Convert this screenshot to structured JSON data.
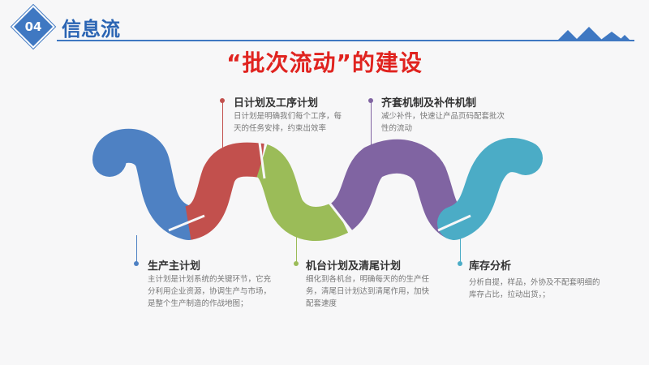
{
  "header": {
    "number": "04",
    "title": "信息流"
  },
  "title": "“批次流动”的建设",
  "colors": {
    "blue": "#4e81c3",
    "red": "#c2504d",
    "green": "#9bbc58",
    "purple": "#8064a2",
    "cyan": "#4bacc6",
    "accent": "#3f78c2",
    "title_red": "#e0231f"
  },
  "steps": [
    {
      "title": "生产主计划",
      "desc": "主计划是计划系统的关键环节，它充分利用企业资源，协调生产与市场，是整个生产制造的作战地图；"
    },
    {
      "title": "日计划及工序计划",
      "desc": "日计划是明确我们每个工序，每天的任务安排，约束出效率"
    },
    {
      "title": "机台计划及清尾计划",
      "desc": "细化到各机台，明确每天的的生产任务，清尾日计划达到清尾作用，加快配套速度"
    },
    {
      "title": "齐套机制及补件机制",
      "desc": "减少补件，快速让产品页码配套批次性的流动"
    },
    {
      "title": "库存分析",
      "desc": "分析自提，样品，外协及不配套明细的库存占比，拉动出货，；"
    }
  ]
}
